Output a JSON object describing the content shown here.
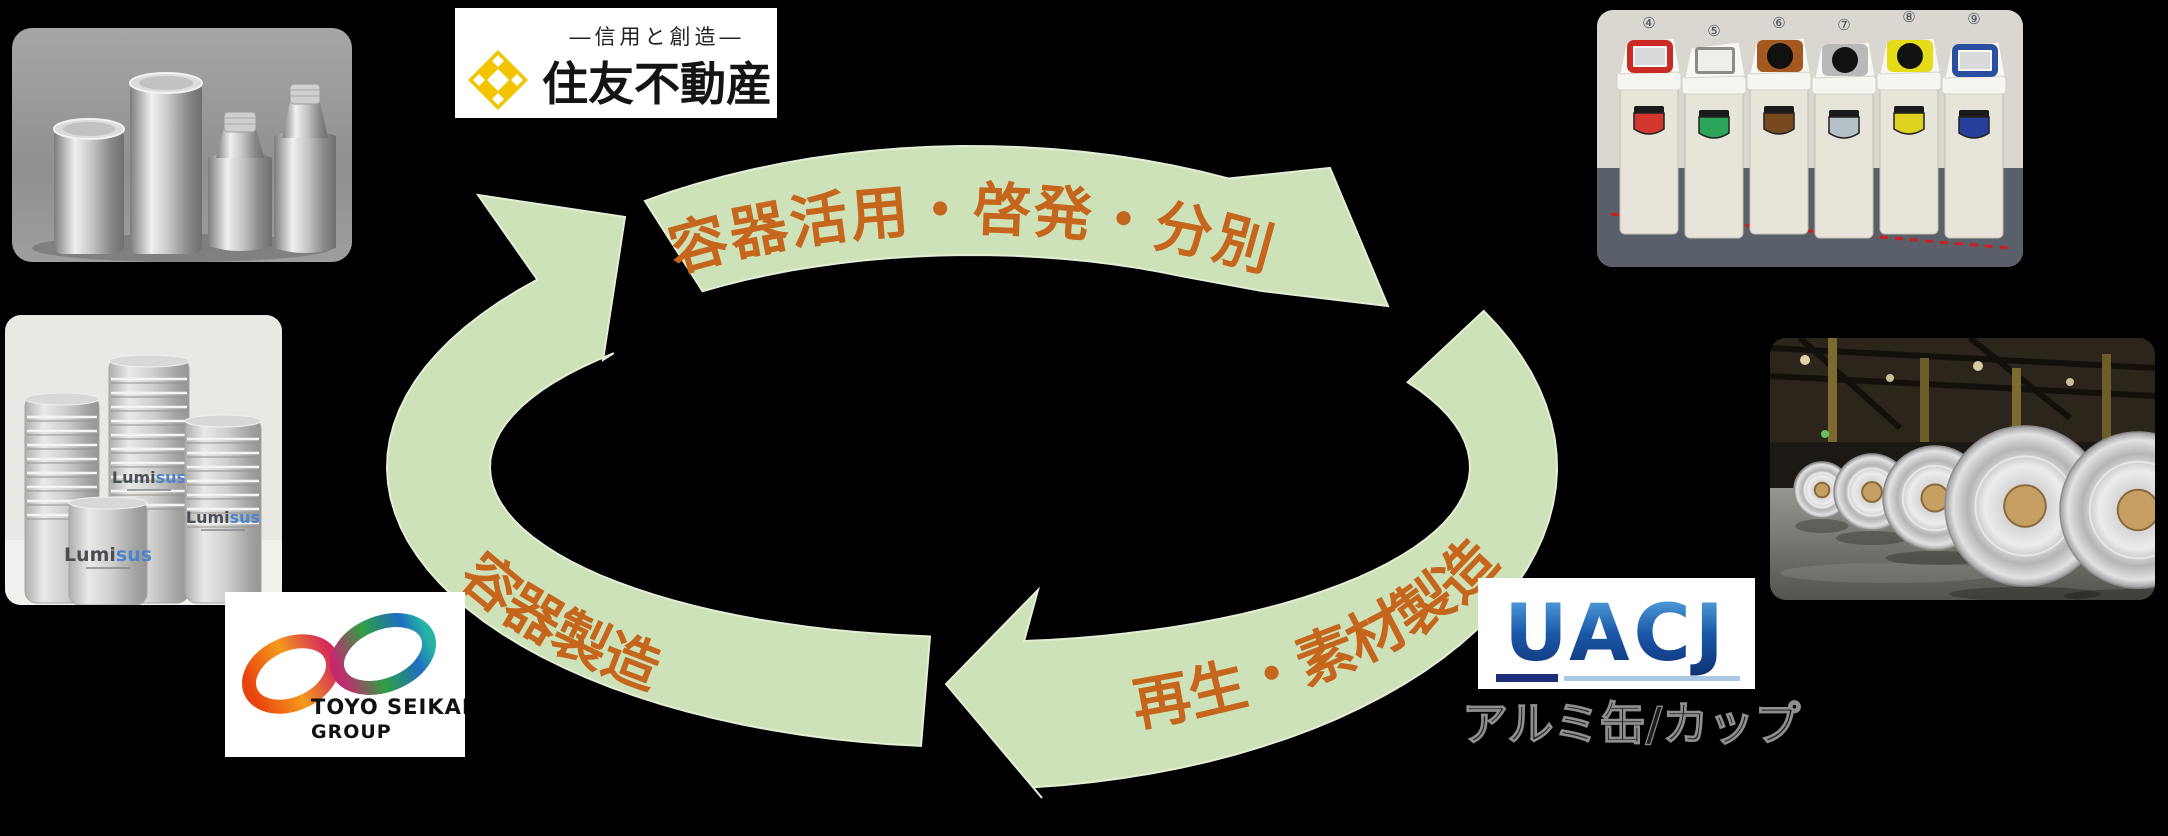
{
  "canvas": {
    "background": "#000000"
  },
  "cycle": {
    "band_fill": "#cde2b9",
    "band_edge": "#e3efd5",
    "label_color": "#c5661c",
    "labels": {
      "top": "容器活用・啓発・分別",
      "bottom_right": "再生・素材製造",
      "bottom_left": "容器製造"
    }
  },
  "logos": {
    "sumitomo": {
      "tagline": "―信用と創造―",
      "company": "住友不動産",
      "mark_color": "#f3c400"
    },
    "toyo_seikan": {
      "line1": "TOYO SEIKAN",
      "line2": "GROUP"
    },
    "uacj": {
      "wordmark": "UACJ",
      "caption": "アルミ缶/カップ"
    }
  },
  "photos": {
    "cups": {
      "brand_prefix": "Lumi",
      "brand_suffix": "sus"
    },
    "bins": {
      "numbers": [
        "④",
        "⑤",
        "⑥",
        "⑦",
        "⑧",
        "⑨"
      ],
      "lid_types": [
        "frame",
        "open",
        "hole",
        "hole",
        "hole",
        "frame"
      ],
      "lid_colors": [
        "#c92a23",
        "#eceade",
        "#a3591f",
        "#b9b9b9",
        "#e4dc16",
        "#2a4fa0"
      ],
      "badge_colors": [
        "#d2382e",
        "#2aa55a",
        "#77491f",
        "#b4bfc6",
        "#ddd21e",
        "#27409b"
      ],
      "dash_line_color": "#cc2020"
    }
  }
}
